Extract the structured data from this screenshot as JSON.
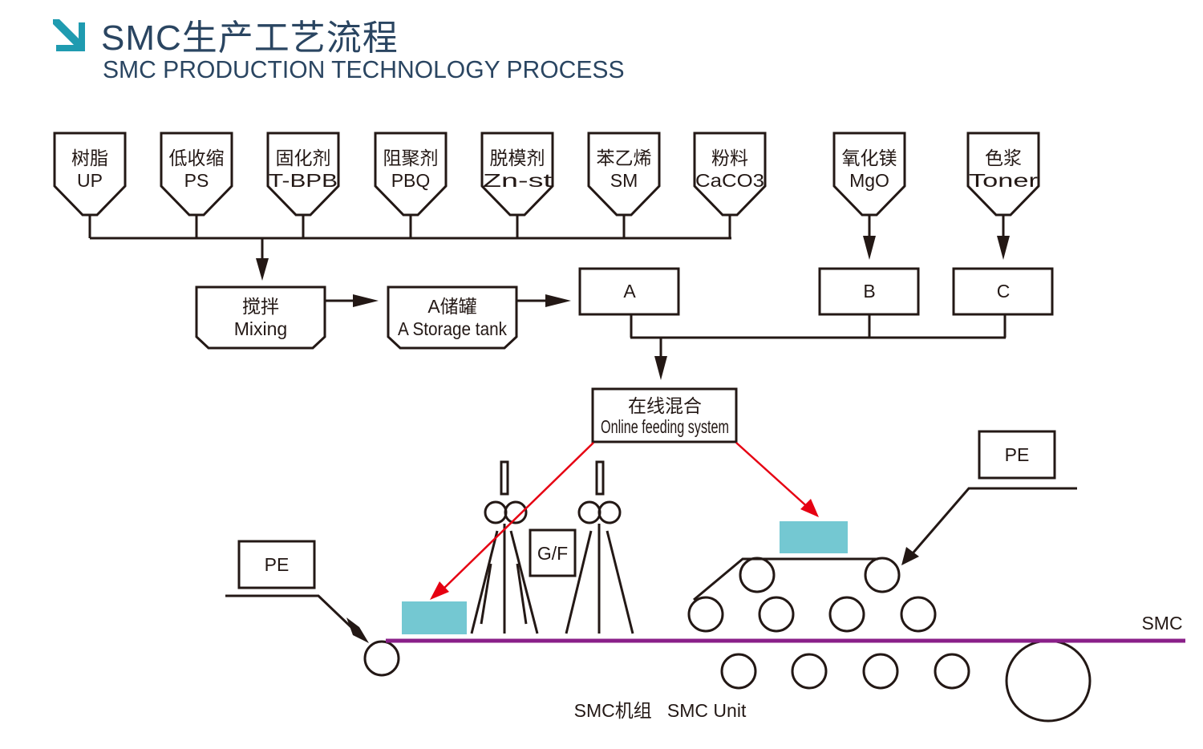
{
  "header": {
    "icon": "arrow-down-right-icon",
    "title_zh": "SMC生产工艺流程",
    "title_en": "SMC PRODUCTION TECHNOLOGY PROCESS"
  },
  "colors": {
    "title": "#2a4561",
    "accent_arrow": "#1f9bb0",
    "line": "#231815",
    "red_arrow": "#e60012",
    "paste": "#74c8d2",
    "smc_sheet": "#8a2089"
  },
  "hoppers": [
    {
      "zh": "树脂",
      "en": "UP"
    },
    {
      "zh": "低收缩",
      "en": "PS"
    },
    {
      "zh": "固化剂",
      "en": "T-BPB"
    },
    {
      "zh": "阻聚剂",
      "en": "PBQ"
    },
    {
      "zh": "脱模剂",
      "en": "Zn-st"
    },
    {
      "zh": "苯乙烯",
      "en": "SM"
    },
    {
      "zh": "粉料",
      "en": "CaCO3"
    },
    {
      "zh": "氧化镁",
      "en": "MgO"
    },
    {
      "zh": "色浆",
      "en": "Toner"
    }
  ],
  "process": {
    "mixing": {
      "zh": "搅拌",
      "en": "Mixing"
    },
    "storage": {
      "zh": "A储罐",
      "en": "A Storage tank"
    },
    "box_a": "A",
    "box_b": "B",
    "box_c": "C",
    "online": {
      "zh": "在线混合",
      "en": "Online feeding system"
    }
  },
  "unit": {
    "pe_left": "PE",
    "pe_right": "PE",
    "gf": "G/F",
    "smc_label": "SMC",
    "caption": "SMC机组   SMC Unit"
  }
}
